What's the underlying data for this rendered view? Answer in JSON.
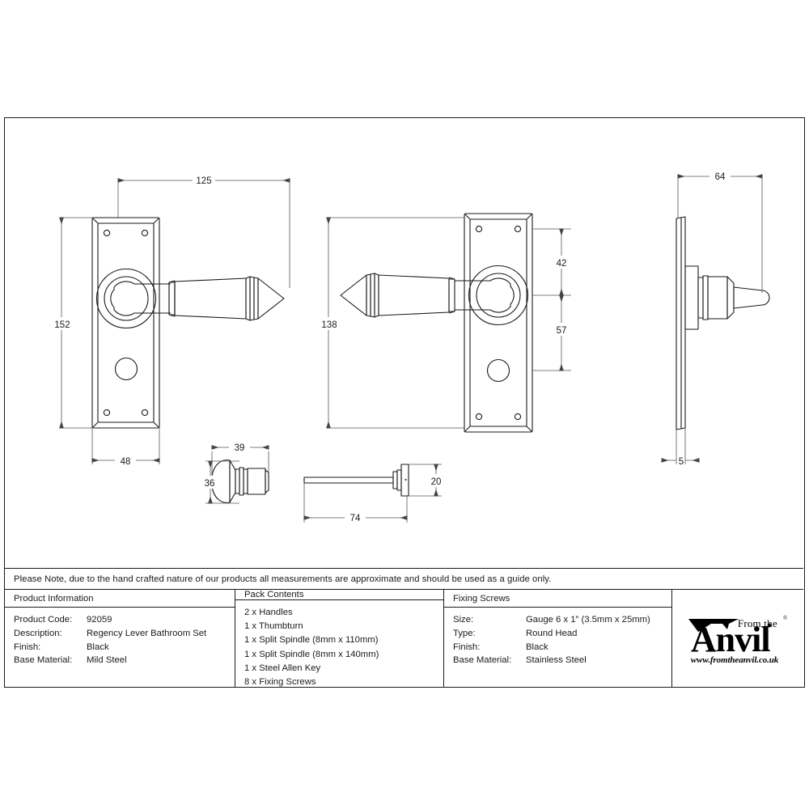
{
  "document": {
    "type": "technical-product-drawing",
    "note": "Please Note, due to the hand crafted nature of our products all measurements are approximate and should be used as a guide only."
  },
  "dimensions": {
    "front_width_125": "125",
    "front_height_152": "152",
    "plate_width_48": "48",
    "back_height_138": "138",
    "top_offset_42": "42",
    "lower_offset_57": "57",
    "side_projection_64": "64",
    "plate_thickness_5": "5",
    "thumbturn_width_39": "39",
    "thumbturn_height_36": "36",
    "spindle_length_74": "74",
    "spindle_head_20": "20"
  },
  "table": {
    "product_information": {
      "header": "Product Information",
      "rows": [
        {
          "label": "Product Code:",
          "value": "92059"
        },
        {
          "label": "Description:",
          "value": "Regency Lever Bathroom Set"
        },
        {
          "label": "Finish:",
          "value": "Black"
        },
        {
          "label": "Base Material:",
          "value": "Mild Steel"
        }
      ]
    },
    "pack_contents": {
      "header": "Pack Contents",
      "items": [
        "2 x Handles",
        "1 x Thumbturn",
        "1 x Split Spindle (8mm x 110mm)",
        "1 x Split Spindle (8mm x 140mm)",
        "1 x Steel Allen Key",
        "8 x Fixing Screws"
      ]
    },
    "fixing_screws": {
      "header": "Fixing Screws",
      "rows": [
        {
          "label": "Size:",
          "value": "Gauge 6 x 1” (3.5mm x 25mm)"
        },
        {
          "label": "Type:",
          "value": "Round Head"
        },
        {
          "label": "Finish:",
          "value": "Black"
        },
        {
          "label": "Base Material:",
          "value": "Stainless Steel"
        }
      ]
    }
  },
  "logo": {
    "from_the": "From the",
    "anvil": "Anvil",
    "url": "www.fromtheanvil.co.uk",
    "registered_mark": "®"
  },
  "colors": {
    "line": "#1a1a1a",
    "dimension": "#555555",
    "background": "#ffffff"
  }
}
